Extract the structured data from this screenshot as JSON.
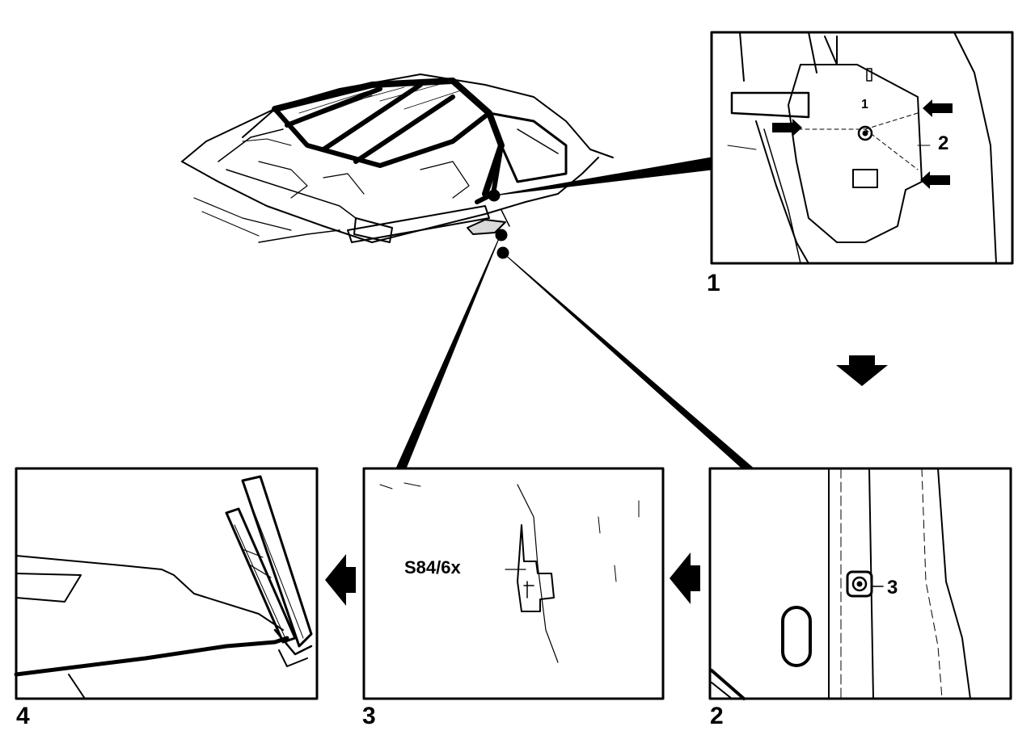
{
  "panels": [
    {
      "number": "1",
      "callouts": [
        "1",
        "2"
      ]
    },
    {
      "number": "2",
      "callouts": [
        "3"
      ]
    },
    {
      "number": "3",
      "callouts": [
        "S84/6x"
      ]
    },
    {
      "number": "4",
      "callouts": []
    }
  ],
  "icons": [
    "car-roof-overview",
    "step-arrow-down",
    "step-arrow-left"
  ],
  "colors": {
    "ink": "#000000",
    "paper": "#ffffff"
  }
}
